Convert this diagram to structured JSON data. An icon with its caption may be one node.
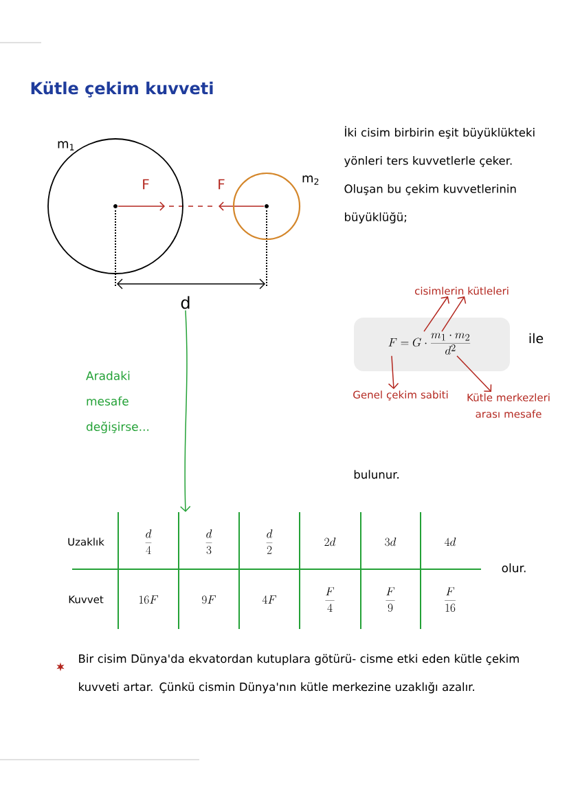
{
  "diagram": {
    "title": "Kütle çekim kuvveti",
    "nodes": [
      {
        "text": [
          "m$_{1}$"
        ]
      },
      {
        "text": [
          "m$_{2}$"
        ]
      },
      {
        "text": [
          "d"
        ]
      },
      {
        "text": [
          "Uzaklık",
          "\\frac{d}{4}",
          "\\frac{d}{3}",
          "\\frac{d}{2}",
          "2d",
          "3d",
          "4d",
          "Kuvvet",
          "16F",
          "9F",
          "4F",
          "\\frac{F}{4}",
          "\\frac{F}{9}",
          "\\frac{F}{16}"
        ]
      },
      {
        "text": [
          "F = G \\cdot \\frac{m_1 \\cdot m_2}{d^2}"
        ]
      },
      {
        "text": [
          "cisimlerin kütleleri"
        ]
      },
      {
        "text": [
          "Genel çekim sabiti"
        ]
      },
      {
        "text": [
          "Kütle merkezleri arası mesafe"
        ]
      }
    ],
    "edges": [
      {
        "from": 2,
        "to": 3,
        "arrow": "to",
        "label": "Aradaki mesafe değişirse...",
        "color": "#23a136"
      },
      {
        "from": 4,
        "to": 5,
        "arrow": "to"
      },
      {
        "from": 4,
        "to": 5,
        "arrow": "to"
      },
      {
        "from": 4,
        "to": 6,
        "arrow": "to"
      },
      {
        "from": 4,
        "to": 7,
        "arrow": "to"
      }
    ],
    "labels": [
      "F",
      "F",
      "İki cisim birbirin eşit büyüklükteki yönleri ters kuvvetlerle çeker. Oluşan bu çekim kuvvetlerinin büyüklüğü;",
      "ile",
      "bulunur.",
      "olur.",
      "Bir cisim Dünya'da ekvatordan kutuplara götürü- cisme etki eden kütle çekim kuvveti artar. Çünkü cismin Dünya'nın kütle merkezine uzaklığı azalır."
    ]
  }
}
